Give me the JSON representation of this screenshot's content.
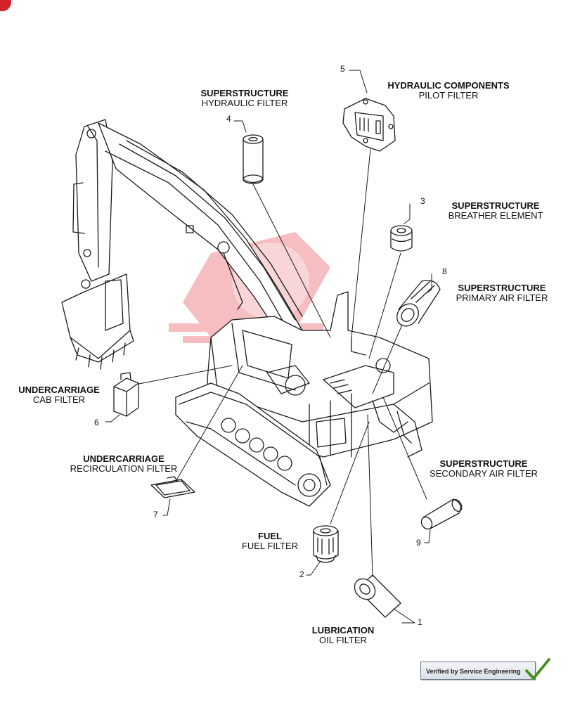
{
  "callouts": [
    {
      "num": "1",
      "category": "LUBRICATION",
      "name": "OIL FILTER"
    },
    {
      "num": "2",
      "category": "FUEL",
      "name": "FUEL FILTER"
    },
    {
      "num": "3",
      "category": "SUPERSTRUCTURE",
      "name": "BREATHER ELEMENT"
    },
    {
      "num": "4",
      "category": "SUPERSTRUCTURE",
      "name": "HYDRAULIC FILTER"
    },
    {
      "num": "5",
      "category": "HYDRAULIC COMPONENTS",
      "name": "PILOT FILTER"
    },
    {
      "num": "6",
      "category": "UNDERCARRIAGE",
      "name": "CAB FILTER"
    },
    {
      "num": "7",
      "category": "UNDERCARRIAGE",
      "name": "RECIRCULATION FILTER"
    },
    {
      "num": "8",
      "category": "SUPERSTRUCTURE",
      "name": "PRIMARY AIR FILTER"
    },
    {
      "num": "9",
      "category": "SUPERSTRUCTURE",
      "name": "SECONDARY AIR FILTER"
    }
  ],
  "badge": {
    "text": "Verified by Service Engineering"
  },
  "colors": {
    "line": "#1a1a1a",
    "watermark": "#e8474d",
    "accent": "#d2232a",
    "check": "#5aa02c"
  }
}
